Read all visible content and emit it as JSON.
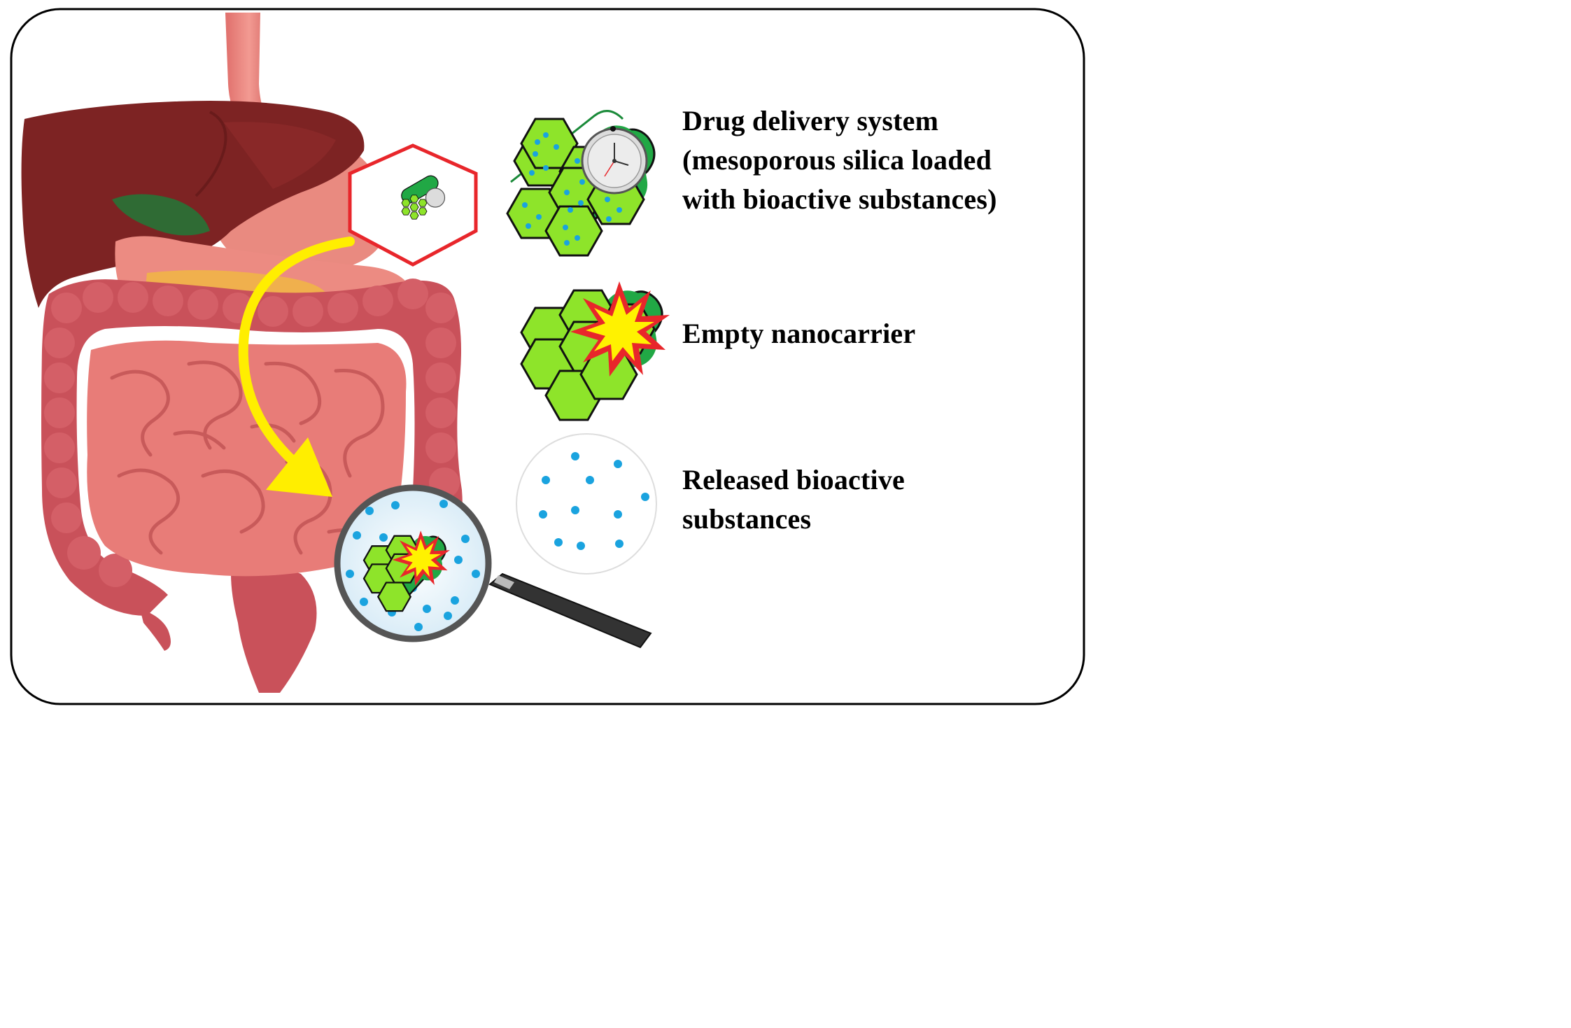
{
  "legend": {
    "delivery_system": {
      "line1": "Drug delivery system",
      "line2": "(mesoporous silica loaded",
      "line3": "with bioactive substances)"
    },
    "empty_carrier": "Empty nanocarrier",
    "released": {
      "line1": "Released bioactive",
      "line2": "substances"
    }
  },
  "colors": {
    "border": "#000000",
    "hexagon_outline": "#e8262b",
    "arrow": "#ffee00",
    "carrier_green": "#21a845",
    "hex_fill": "#8ee42a",
    "drug_dot": "#1aa3df",
    "burst_outer": "#e8262b",
    "burst_inner": "#fff200",
    "liver": "#7d2323",
    "intestine": "#e87c78",
    "colon": "#c9515a"
  },
  "icons": {
    "clock": "clock-icon",
    "burst": "burst-icon",
    "magnifier": "magnifier-icon"
  }
}
